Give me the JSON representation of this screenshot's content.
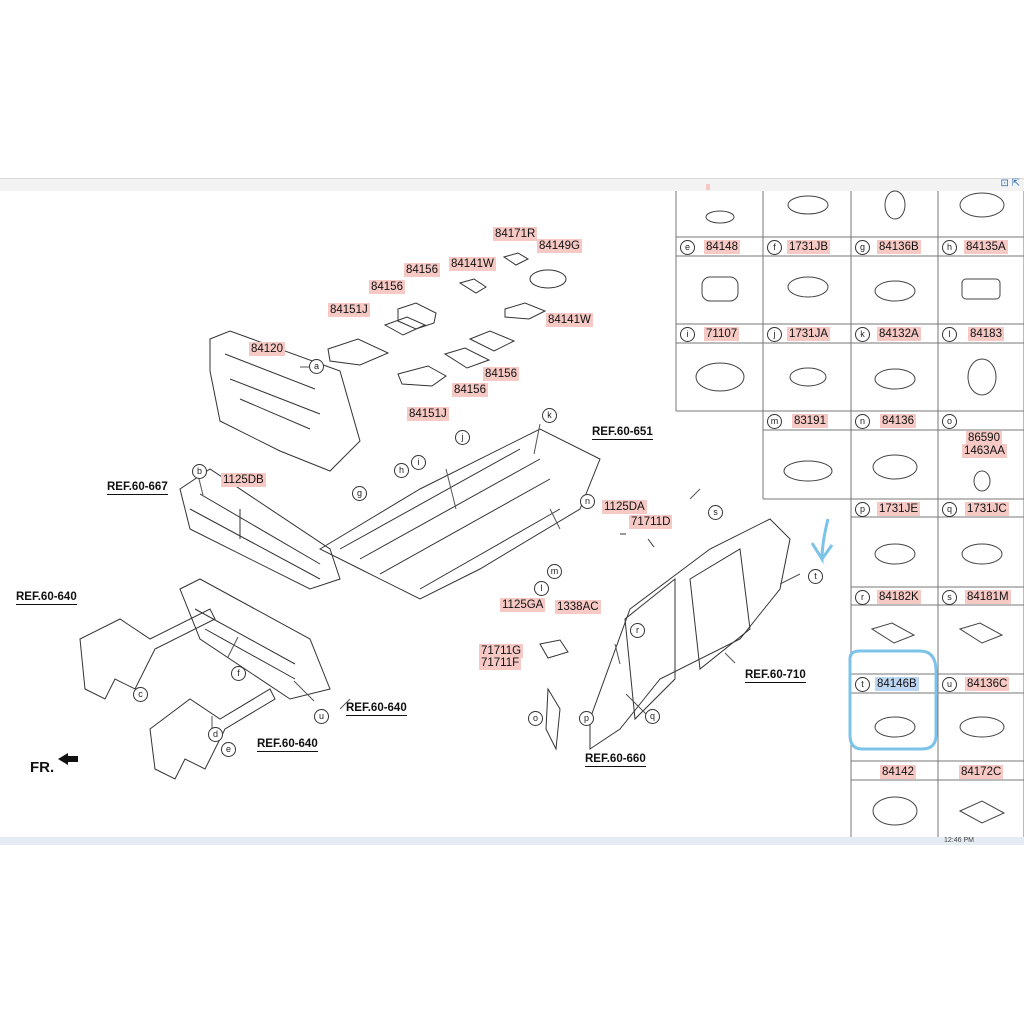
{
  "window": {
    "corner_icons": "⊡ ⇱",
    "clock": "12:46 PM"
  },
  "diagram": {
    "part_labels": {
      "p84171R": "84171R",
      "p84149G": "84149G",
      "p84141W_a": "84141W",
      "p84156_a": "84156",
      "p84156_b": "84156",
      "p84151J_a": "84151J",
      "p84141W_b": "84141W",
      "p84120": "84120",
      "p84156_c": "84156",
      "p84156_d": "84156",
      "p84151J_b": "84151J",
      "p1125DB": "1125DB",
      "p1125DA": "1125DA",
      "p71711D": "71711D",
      "p1125GA": "1125GA",
      "p1338AC": "1338AC",
      "p71711G": "71711G",
      "p71711F": "71711F"
    },
    "refs": {
      "r651": "REF.60-651",
      "r667": "REF.60-667",
      "r640a": "REF.60-640",
      "r640b": "REF.60-640",
      "r640c": "REF.60-640",
      "r710": "REF.60-710",
      "r660": "REF.60-660"
    },
    "front_label": "FR.",
    "callouts": {
      "a": "a",
      "b": "b",
      "c": "c",
      "d": "d",
      "e": "e",
      "f": "f",
      "g": "g",
      "h": "h",
      "i": "i",
      "j": "j",
      "k": "k",
      "l": "l",
      "m": "m",
      "n": "n",
      "o": "o",
      "p": "p",
      "q": "q",
      "r": "r",
      "s": "s",
      "t": "t",
      "u": "u"
    }
  },
  "parts_table": {
    "cells": [
      {
        "letter": "",
        "part": ""
      },
      {
        "letter": "",
        "part": ""
      },
      {
        "letter": "",
        "part": ""
      },
      {
        "letter": "",
        "part": ""
      },
      {
        "letter": "e",
        "part": "84148"
      },
      {
        "letter": "f",
        "part": "1731JB"
      },
      {
        "letter": "g",
        "part": "84136B"
      },
      {
        "letter": "h",
        "part": "84135A"
      },
      {
        "letter": "i",
        "part": "71107"
      },
      {
        "letter": "j",
        "part": "1731JA"
      },
      {
        "letter": "k",
        "part": "84132A"
      },
      {
        "letter": "l",
        "part": "84183"
      },
      {
        "letter": "m",
        "part": "83191"
      },
      {
        "letter": "n",
        "part": "84136"
      },
      {
        "letter": "o",
        "part": "86590",
        "part2": "1463AA"
      },
      {
        "letter": "p",
        "part": "1731JE"
      },
      {
        "letter": "q",
        "part": "1731JC"
      },
      {
        "letter": "r",
        "part": "84182K"
      },
      {
        "letter": "s",
        "part": "84181M"
      },
      {
        "letter": "t",
        "part": "84146B"
      },
      {
        "letter": "u",
        "part": "84136C"
      },
      {
        "letter": "",
        "part": "84142"
      },
      {
        "letter": "",
        "part": "84172C"
      }
    ]
  },
  "annotation": {
    "color": "#7cc3ea",
    "highlighted_part": "84146B"
  }
}
